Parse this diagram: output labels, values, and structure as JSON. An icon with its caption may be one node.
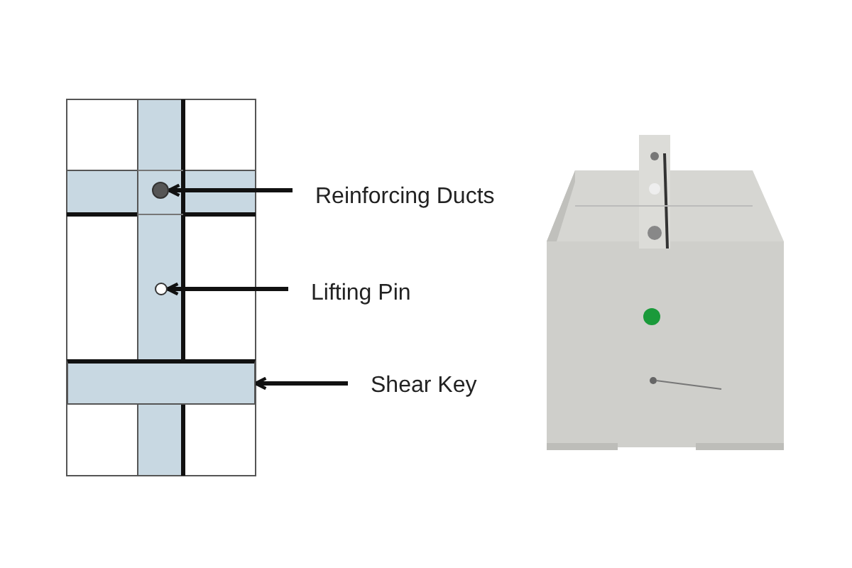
{
  "diagram": {
    "nodes": [
      {
        "text": [
          "Reinforcing Ducts"
        ]
      },
      {
        "text": [
          "Lifting Pin"
        ]
      },
      {
        "text": [
          "Shear Key"
        ]
      },
      {
        "text": [],
        "shape": "circle"
      },
      {
        "text": [],
        "shape": "circle"
      },
      {
        "text": [],
        "shape": "bar"
      }
    ],
    "edges": [
      {
        "from": 0,
        "to": 3,
        "arrow": "to"
      },
      {
        "from": 1,
        "to": 4,
        "arrow": "to"
      },
      {
        "from": 2,
        "to": 5,
        "arrow": "to"
      }
    ]
  }
}
